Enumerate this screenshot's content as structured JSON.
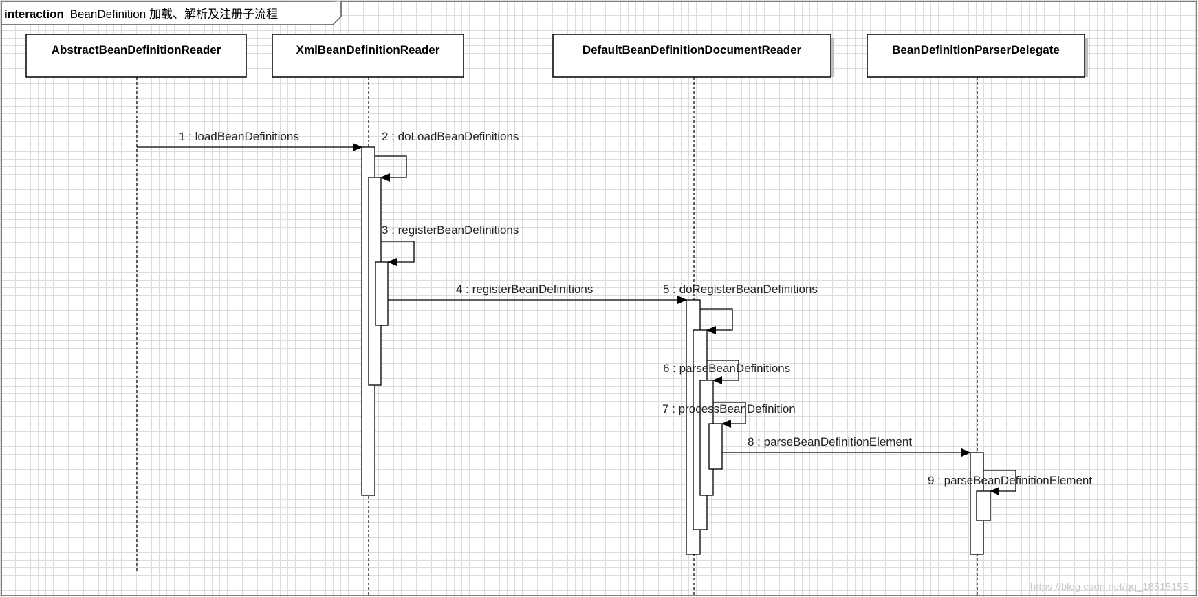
{
  "frame": {
    "keyword": "interaction",
    "title": "BeanDefinition 加载、解析及注册子流程"
  },
  "participants": [
    {
      "id": "p1",
      "name": "AbstractBeanDefinitionReader"
    },
    {
      "id": "p2",
      "name": "XmlBeanDefinitionReader"
    },
    {
      "id": "p3",
      "name": "DefaultBeanDefinitionDocumentReader"
    },
    {
      "id": "p4",
      "name": "BeanDefinitionParserDelegate"
    }
  ],
  "messages": [
    {
      "label": "1 : loadBeanDefinitions",
      "from": "p1",
      "to": "p2"
    },
    {
      "label": "2 : doLoadBeanDefinitions",
      "from": "p2",
      "to": "p2"
    },
    {
      "label": "3 : registerBeanDefinitions",
      "from": "p2",
      "to": "p2"
    },
    {
      "label": "4 : registerBeanDefinitions",
      "from": "p2",
      "to": "p3"
    },
    {
      "label": "5 : doRegisterBeanDefinitions",
      "from": "p3",
      "to": "p3"
    },
    {
      "label": "6 : parseBeanDefinitions",
      "from": "p3",
      "to": "p3"
    },
    {
      "label": "7 : processBeanDefinition",
      "from": "p3",
      "to": "p3"
    },
    {
      "label": "8 : parseBeanDefinitionElement",
      "from": "p3",
      "to": "p4"
    },
    {
      "label": "9 : parseBeanDefinitionElement",
      "from": "p4",
      "to": "p4"
    }
  ],
  "watermark": "https://blog.csdn.net/qq_18515155",
  "colors": {
    "line": "#000000",
    "box_fill": "#ffffff",
    "shadow": "#bdbdbd"
  }
}
